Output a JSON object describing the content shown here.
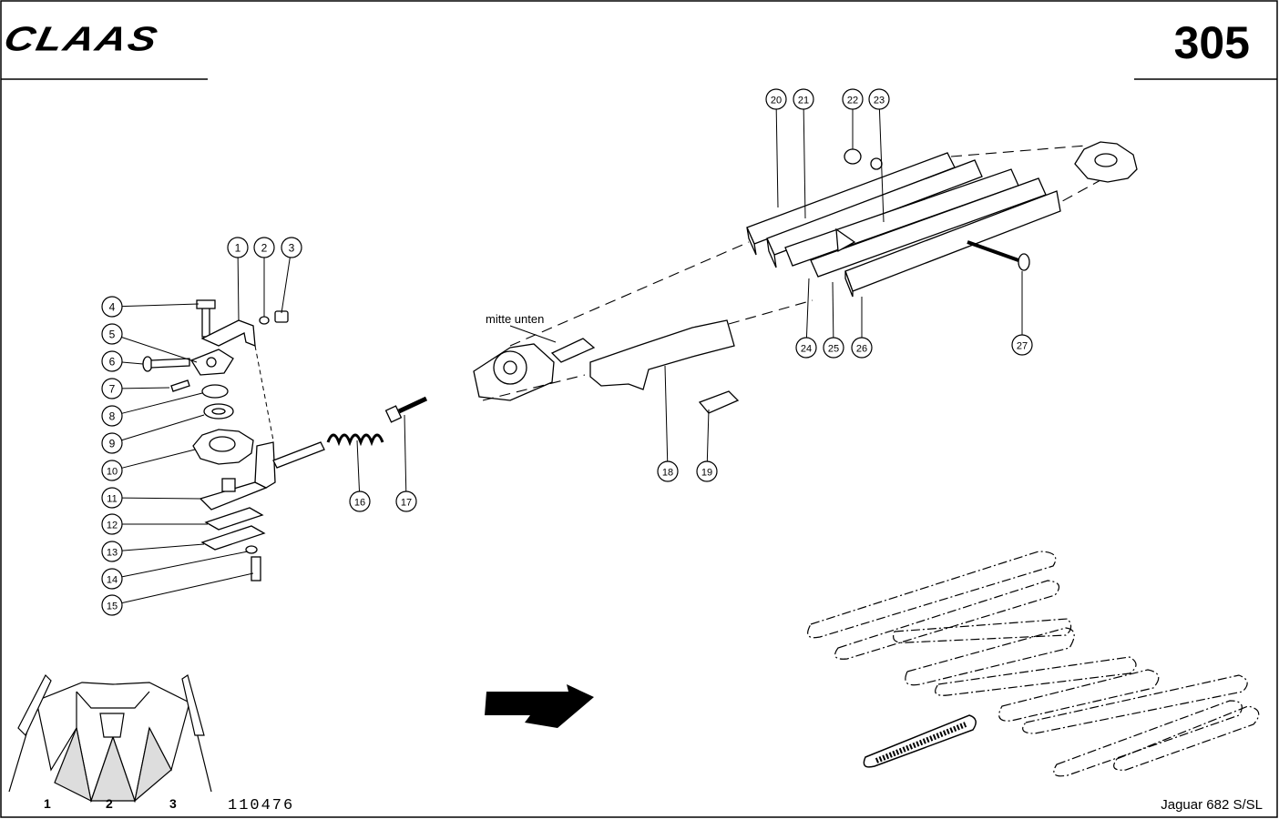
{
  "header": {
    "brand": "CLAAS",
    "page_number": "305"
  },
  "footer": {
    "drawing_number": "110476",
    "model": "Jaguar 682 S/SL"
  },
  "annotation": "mitte unten",
  "callouts": [
    "1",
    "2",
    "3",
    "4",
    "5",
    "6",
    "7",
    "8",
    "9",
    "10",
    "11",
    "12",
    "13",
    "14",
    "15",
    "16",
    "17",
    "18",
    "19",
    "20",
    "21",
    "22",
    "23",
    "24",
    "25",
    "26",
    "27"
  ],
  "thumbnail": {
    "positions": [
      "1",
      "2",
      "3"
    ]
  }
}
